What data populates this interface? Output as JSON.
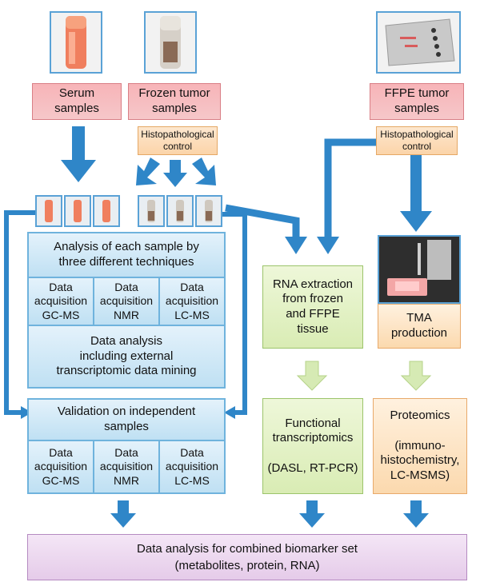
{
  "samples": {
    "serum": "Serum\nsamples",
    "frozen": "Frozen tumor\nsamples",
    "ffpe": "FFPE tumor\nsamples"
  },
  "histo": {
    "frozen": "Histopathological\ncontrol",
    "ffpe": "Histopathological\ncontrol"
  },
  "analysis": {
    "title": "Analysis of each sample by\nthree different techniques",
    "acq1": "Data\nacquisition\nGC-MS",
    "acq2": "Data\nacquisition\nNMR",
    "acq3": "Data\nacquisition\nLC-MS",
    "data_analysis": "Data analysis\nincluding external\ntranscriptomic data mining"
  },
  "validation": {
    "title": "Validation on independent\nsamples",
    "acq1": "Data\nacquisition\nGC-MS",
    "acq2": "Data\nacquisition\nNMR",
    "acq3": "Data\nacquisition\nLC-MS"
  },
  "rna": "RNA extraction\nfrom frozen\nand FFPE\ntissue",
  "tma": "TMA\nproduction",
  "transcriptomics": "Functional\ntranscriptomics\n\n(DASL, RT-PCR)",
  "proteomics": "Proteomics\n\n(immuno-\nhistochemistry,\nLC-MSMS)",
  "combined": {
    "line1": "Data analysis for combined biomarker set",
    "line2": "(metabolites, protein, RNA)"
  },
  "colors": {
    "arrow_blue": "#2f86c8",
    "arrow_green": "#c9e3a3"
  },
  "icons": [
    "serum-tube-photo",
    "frozen-tube-photo",
    "ffpe-block-photo",
    "tma-machine-photo"
  ]
}
